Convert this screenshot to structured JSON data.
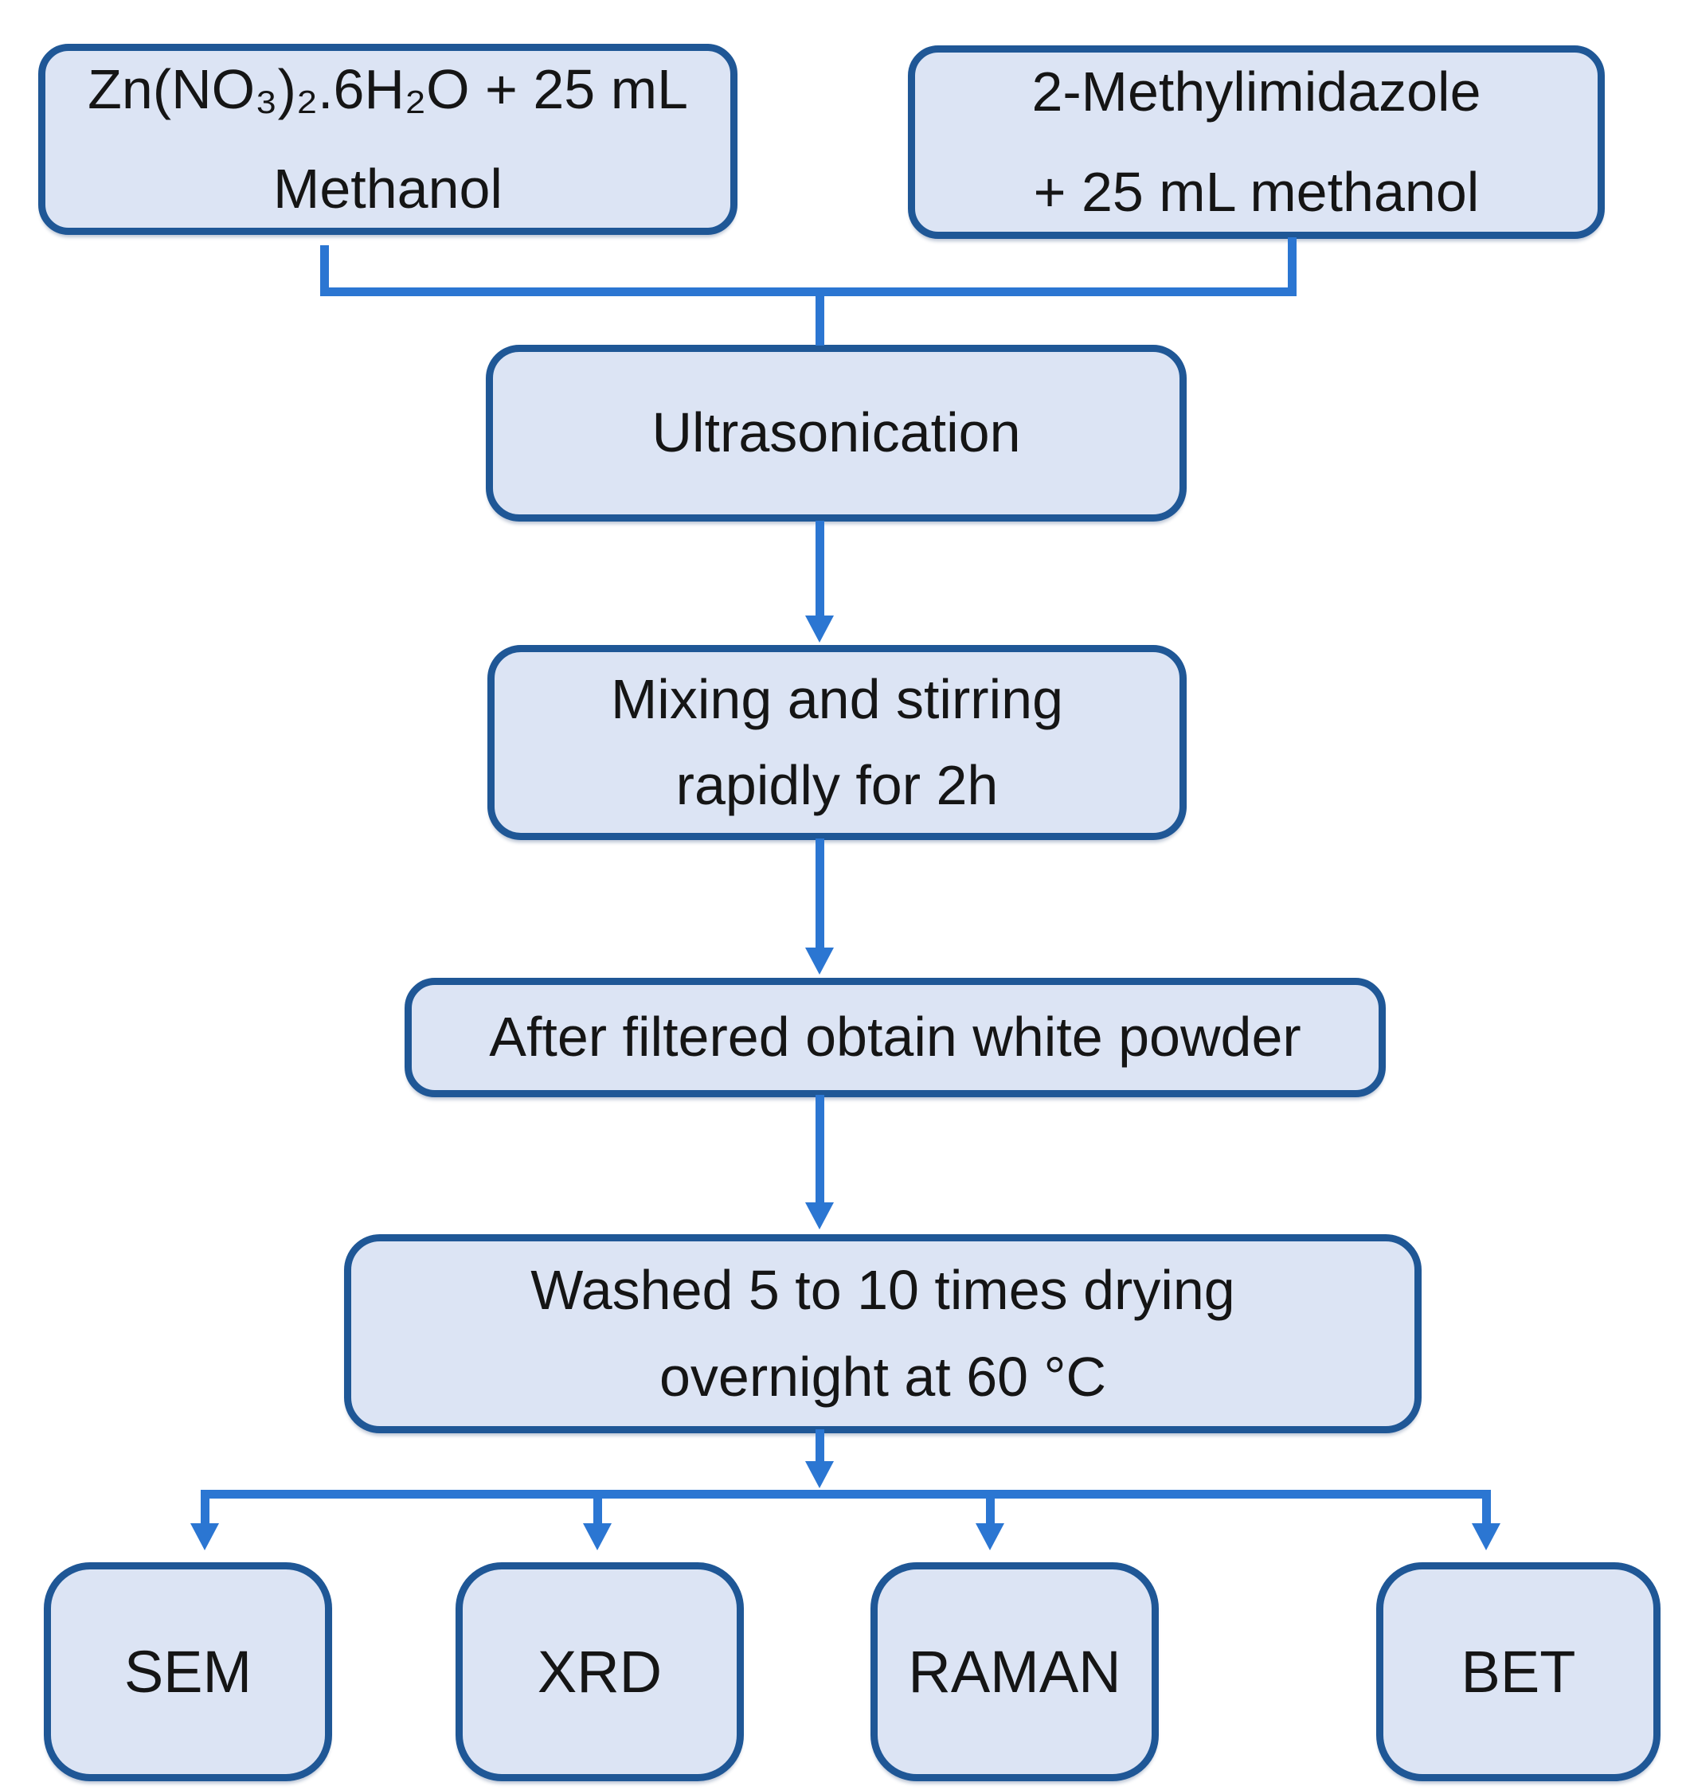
{
  "diagram": {
    "type": "flowchart",
    "title": "",
    "nodes": {
      "zn": {
        "lines": [
          "Zn(NO₃)₂.6H₂O + 25 mL",
          "Methanol"
        ]
      },
      "mim": {
        "lines": [
          "2-Methylimidazole",
          "+ 25 mL methanol"
        ]
      },
      "ultrasonication": {
        "lines": [
          "Ultrasonication"
        ]
      },
      "mixing": {
        "lines": [
          "Mixing and stirring",
          "rapidly for 2h"
        ]
      },
      "filtered": {
        "lines": [
          "After filtered obtain white powder"
        ]
      },
      "washed": {
        "lines": [
          "Washed 5 to 10 times drying",
          "overnight at 60 °C"
        ]
      },
      "sem": {
        "label": "SEM"
      },
      "xrd": {
        "label": "XRD"
      },
      "raman": {
        "label": "RAMAN"
      },
      "bet": {
        "label": "BET"
      }
    },
    "edges": [
      {
        "from": "zn",
        "to": "ultrasonication"
      },
      {
        "from": "mim",
        "to": "ultrasonication"
      },
      {
        "from": "ultrasonication",
        "to": "mixing"
      },
      {
        "from": "mixing",
        "to": "filtered"
      },
      {
        "from": "filtered",
        "to": "washed"
      },
      {
        "from": "washed",
        "to": "sem"
      },
      {
        "from": "washed",
        "to": "xrd"
      },
      {
        "from": "washed",
        "to": "raman"
      },
      {
        "from": "washed",
        "to": "bet"
      }
    ]
  },
  "colors": {
    "background": "#ffffff",
    "box_fill": "#dce4f4",
    "box_border": "#1f5796",
    "connector": "#2b76d2",
    "text": "#151515"
  }
}
